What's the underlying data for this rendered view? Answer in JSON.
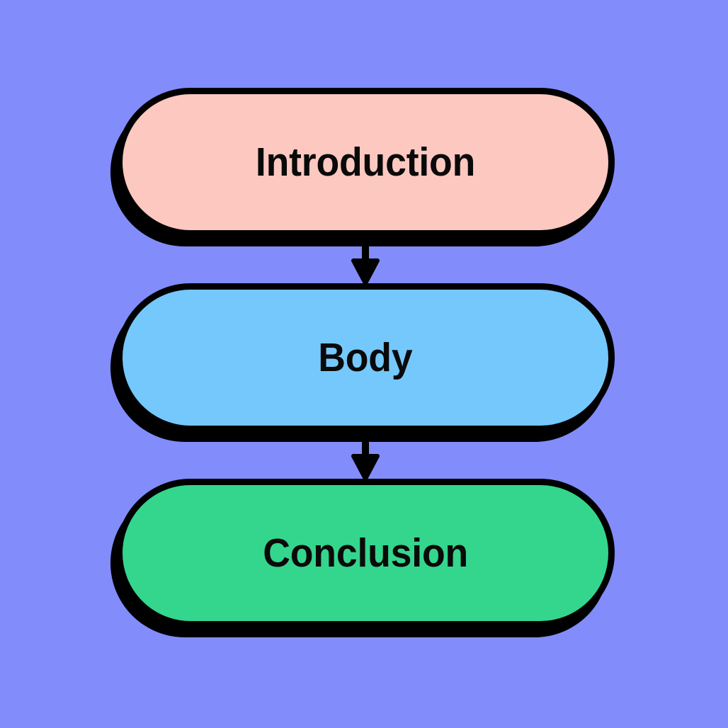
{
  "diagram": {
    "type": "flowchart",
    "orientation": "vertical-top-to-bottom",
    "title": "Essay structure flowchart",
    "background_color": "#828cfb",
    "outline_color": "#000000",
    "shadow_color": "#000000",
    "text_color": "#0a0a0a",
    "node_shape": "stadium",
    "nodes": [
      {
        "id": "introduction",
        "label": "Introduction",
        "fill_color": "#fcc8c0",
        "order": 1
      },
      {
        "id": "body",
        "label": "Body",
        "fill_color": "#74c8fb",
        "order": 2
      },
      {
        "id": "conclusion",
        "label": "Conclusion",
        "fill_color": "#33d68c",
        "order": 3
      }
    ],
    "connectors": [
      {
        "id": "intro-to-body",
        "from": "introduction",
        "to": "body",
        "icon": "down-arrow-icon",
        "label": ""
      },
      {
        "id": "body-to-conclusion",
        "from": "body",
        "to": "conclusion",
        "icon": "down-arrow-icon",
        "label": ""
      }
    ]
  }
}
